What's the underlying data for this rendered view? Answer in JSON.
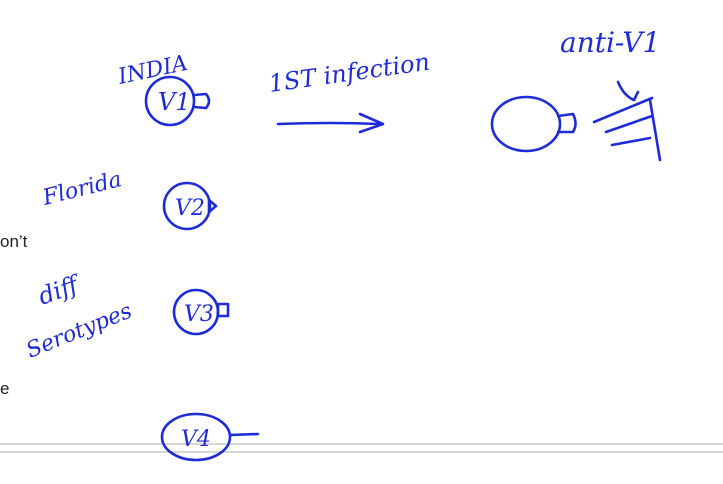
{
  "slide": {
    "cut_text": [
      "on’t",
      "e"
    ],
    "annotations": {
      "india": "INDIA",
      "infection": "1ST infection",
      "anti_v1": "anti-V1",
      "florida": "Florida",
      "diff": "diff",
      "serotypes": "Serotypes",
      "v1": "V1",
      "v2": "V2",
      "v3": "V3",
      "v4": "V4"
    },
    "ink_color": "#1d2bd8"
  }
}
